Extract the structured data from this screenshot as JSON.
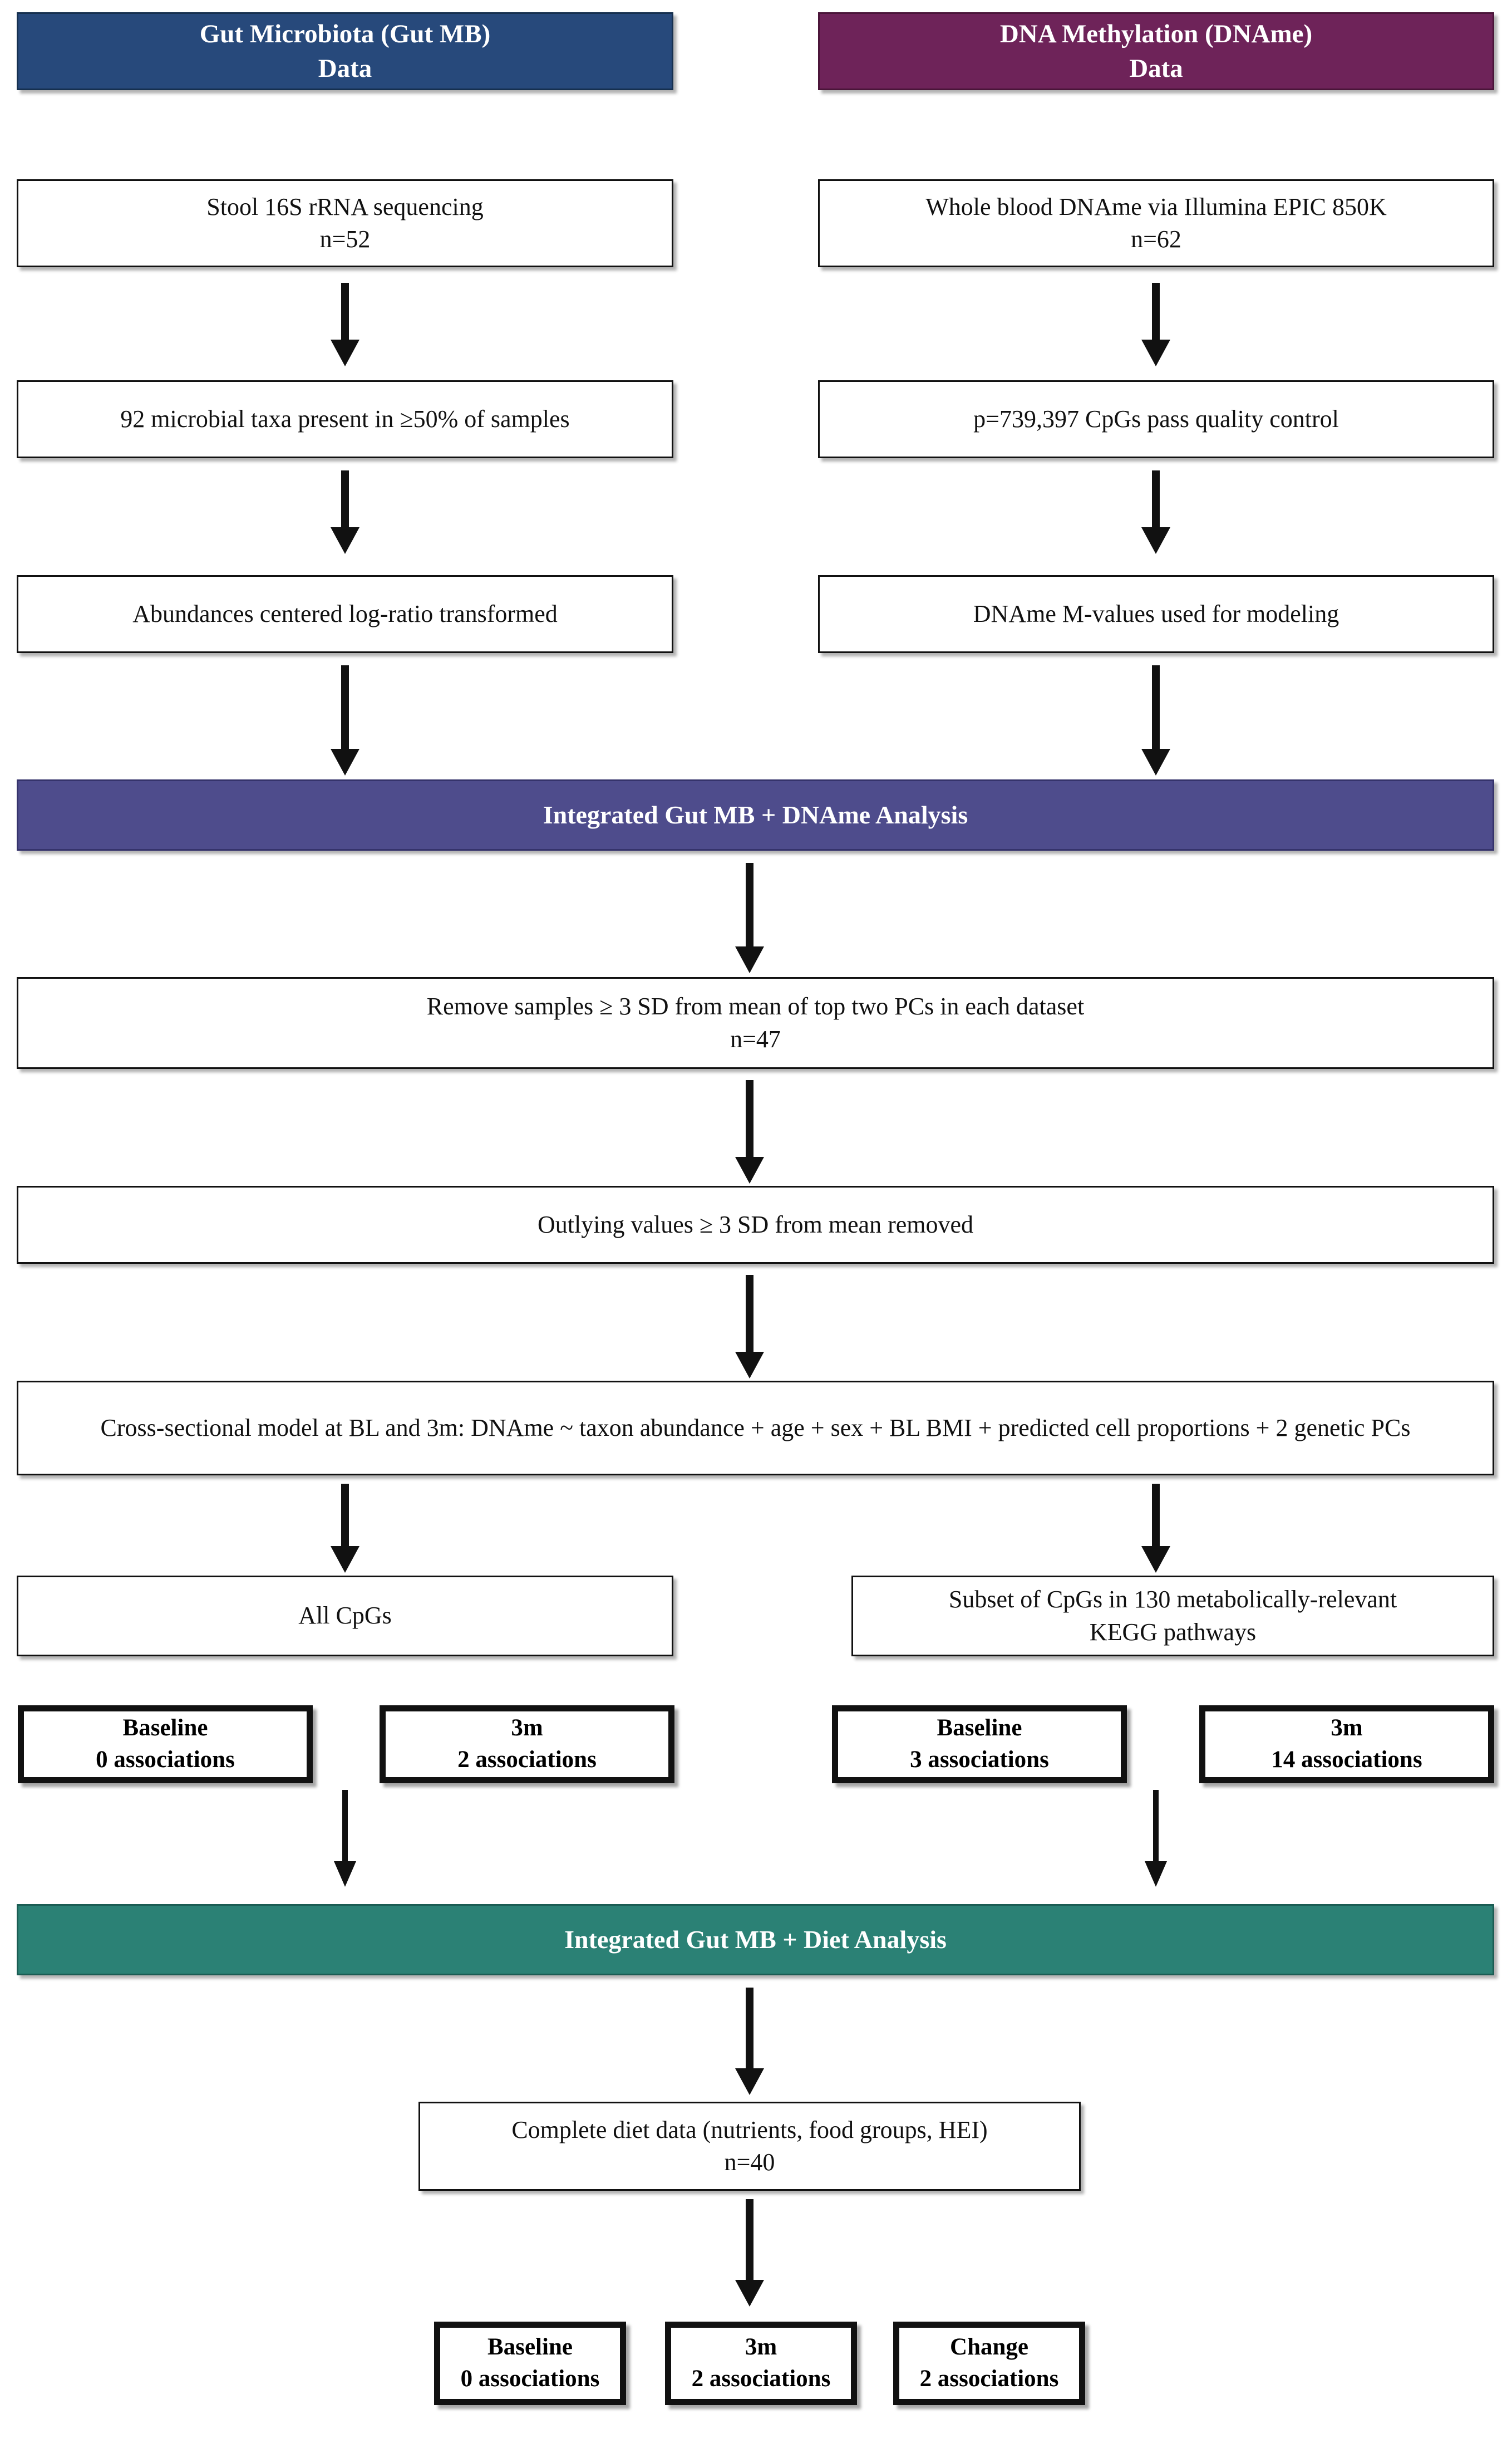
{
  "diagram": {
    "title": "Integrated Gut Microbiota, DNA Methylation and Diet Analysis Flow Diagram",
    "colors": {
      "gut_mb_header": "#27497B",
      "dname_header": "#6E2359",
      "integrated_dname": "#4E4C8C",
      "integrated_diet": "#2B8175",
      "box_border": "#111111",
      "box_fill": "#FFFFFF"
    }
  },
  "columns": {
    "gut_mb": {
      "header": "Gut Microbiota (Gut MB)\nData",
      "steps": [
        "Stool 16S rRNA sequencing\nn=52",
        "92 microbial taxa present in ≥50% of samples",
        "Abundances centered log-ratio transformed"
      ]
    },
    "dname": {
      "header": "DNA Methylation (DNAme)\nData",
      "steps": [
        "Whole blood DNAme via Illumina EPIC 850K\nn=62",
        "p=739,397 CpGs pass quality control",
        "DNAme M-values used for modeling"
      ]
    }
  },
  "integrated_dname": {
    "banner": "Integrated Gut MB + DNAme Analysis",
    "steps": [
      "Remove samples ≥ 3 SD from mean of top two PCs in each dataset\nn=47",
      "Outlying values ≥ 3 SD from mean removed",
      "Cross-sectional model at BL and 3m: DNAme ~ taxon abundance + age + sex + BL BMI + predicted cell proportions + 2 genetic PCs"
    ],
    "branches": [
      {
        "label": "All CpGs"
      },
      {
        "label": "Subset of CpGs in 130 metabolically-relevant\nKEGG pathways"
      }
    ],
    "results": [
      {
        "timepoint": "Baseline",
        "count": "0 associations",
        "branch": "All CpGs"
      },
      {
        "timepoint": "3m",
        "count": "2 associations",
        "branch": "All CpGs"
      },
      {
        "timepoint": "Baseline",
        "count": "3 associations",
        "branch": "KEGG subset"
      },
      {
        "timepoint": "3m",
        "count": "14 associations",
        "branch": "KEGG subset"
      }
    ]
  },
  "integrated_diet": {
    "banner": "Integrated Gut MB + Diet Analysis",
    "steps": [
      "Complete diet data (nutrients, food groups, HEI)\nn=40"
    ],
    "results": [
      {
        "timepoint": "Baseline",
        "count": "0 associations"
      },
      {
        "timepoint": "3m",
        "count": "2 associations"
      },
      {
        "timepoint": "Change",
        "count": "2 associations"
      }
    ]
  }
}
